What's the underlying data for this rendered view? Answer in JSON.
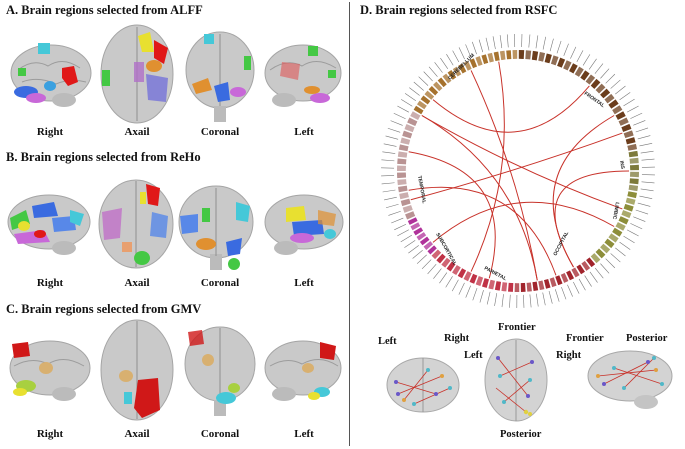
{
  "panels": {
    "a": {
      "title": "A. Brain regions selected from ALFF",
      "views": [
        "Right",
        "Axail",
        "Coronal",
        "Left"
      ]
    },
    "b": {
      "title": "B. Brain regions selected from ReHo",
      "views": [
        "Right",
        "Axail",
        "Coronal",
        "Left"
      ]
    },
    "c": {
      "title": "C. Brain regions selected from GMV",
      "views": [
        "Right",
        "Axail",
        "Coronal",
        "Left"
      ]
    },
    "d": {
      "title": "D. Brain regions selected from RSFC",
      "sectors": [
        "CEREBELLUM",
        "FRONTAL",
        "INS",
        "LIMBIC",
        "OCCIPITAL",
        "PARIETAL",
        "SUBCORTICAL",
        "TEMPORAL"
      ],
      "orientation": {
        "brain1_left": "Left",
        "brain1_right": "Right",
        "brain2_top": "Frontier",
        "brain2_left": "Left",
        "brain2_right": "Right",
        "brain2_bottom": "Posterior",
        "brain3_left": "Frontier",
        "brain3_right": "Posterior"
      }
    }
  },
  "colors": {
    "chord": "#c8322a",
    "brain_fill": "#c9c9c9",
    "cerebellum_ring": "#a6722d",
    "frontal_ring": "#6b3d1c",
    "ins_ring": "#7d7a3a",
    "limbic_ring": "#8d8e3a",
    "occipital_ring": "#a1242c",
    "parietal_ring": "#c03246",
    "subcortical_ring": "#b0329a",
    "temporal_ring": "#b99393"
  }
}
